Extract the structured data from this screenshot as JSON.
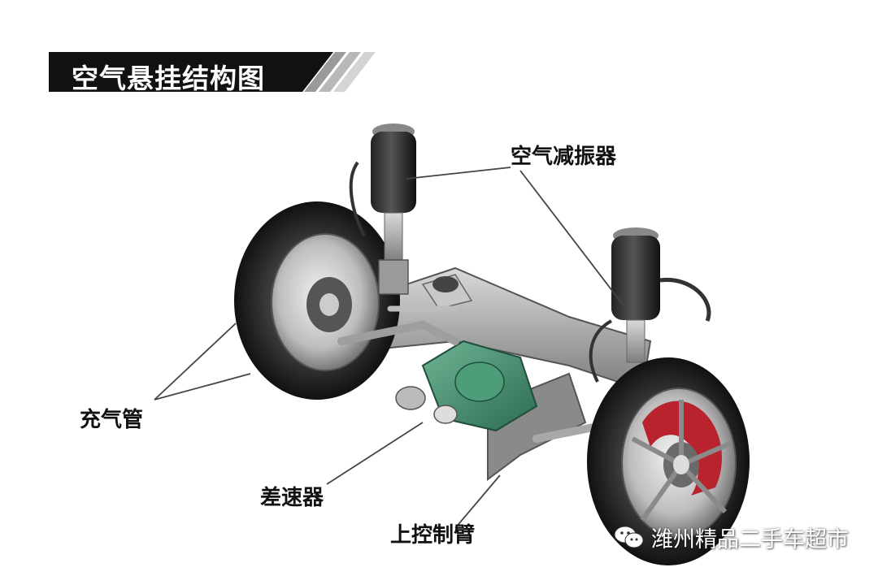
{
  "title": "空气悬挂结构图",
  "labels": {
    "air_shock": "空气减振器",
    "air_pipe": "充气管",
    "differential": "差速器",
    "upper_arm": "上控制臂"
  },
  "watermark": {
    "text": "潍州精品二手车超市",
    "icon": "wechat-icon"
  },
  "colors": {
    "title_bg": "#111111",
    "brake_caliper": "#b8232e",
    "differential": "#3f8a6b"
  }
}
